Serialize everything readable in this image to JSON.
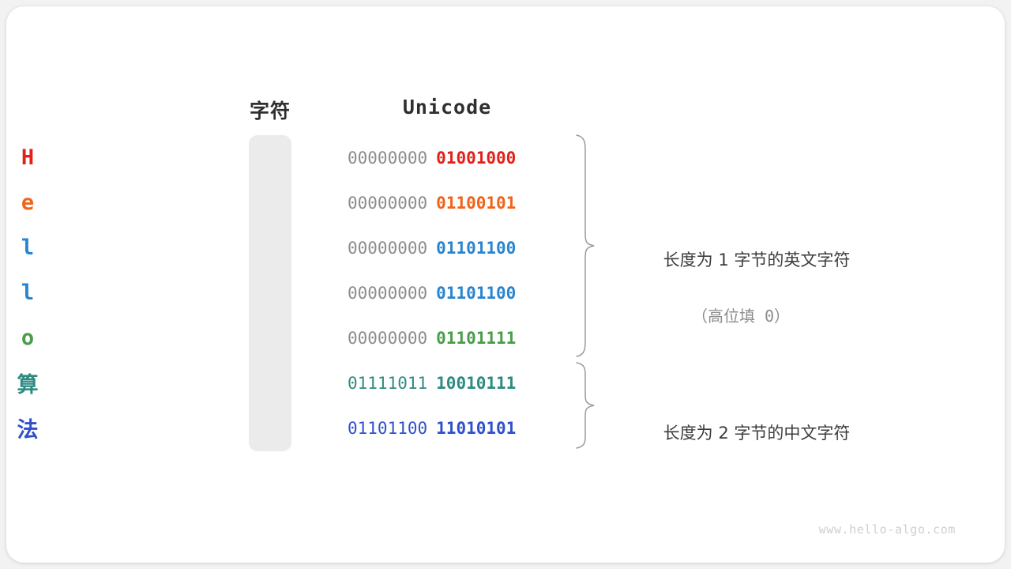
{
  "figure": {
    "watermark": "www.hello-algo.com",
    "headers": {
      "char": "字符",
      "unicode": "Unicode"
    },
    "rows": [
      {
        "char": "H",
        "color": "#e32119",
        "high_byte": "00000000",
        "low_byte": "01001000",
        "high_dim": true
      },
      {
        "char": "e",
        "color": "#f1631a",
        "high_byte": "00000000",
        "low_byte": "01100101",
        "high_dim": true
      },
      {
        "char": "l",
        "color": "#2a85d0",
        "high_byte": "00000000",
        "low_byte": "01101100",
        "high_dim": true
      },
      {
        "char": "l",
        "color": "#2a85d0",
        "high_byte": "00000000",
        "low_byte": "01101100",
        "high_dim": true
      },
      {
        "char": "o",
        "color": "#4a9d4a",
        "high_byte": "00000000",
        "low_byte": "01101111",
        "high_dim": true
      },
      {
        "char": "算",
        "color": "#2e8b81",
        "high_byte": "01111011",
        "low_byte": "10010111",
        "high_dim": false
      },
      {
        "char": "法",
        "color": "#3050ca",
        "high_byte": "01101100",
        "low_byte": "11010101",
        "high_dim": false
      }
    ],
    "annotations": [
      {
        "main": "长度为 1 字节的英文字符",
        "sub": "（高位填 0）"
      },
      {
        "main": "长度为 2 字节的中文字符",
        "sub": ""
      }
    ],
    "colors": {
      "cell_background": "#ebebeb",
      "dim_byte": "#8c8c8c",
      "brace": "#9a9a9a",
      "header_text": "#2f2f2f",
      "annotation_text": "#3c3c3c",
      "watermark_text": "#cfcfcf"
    }
  }
}
